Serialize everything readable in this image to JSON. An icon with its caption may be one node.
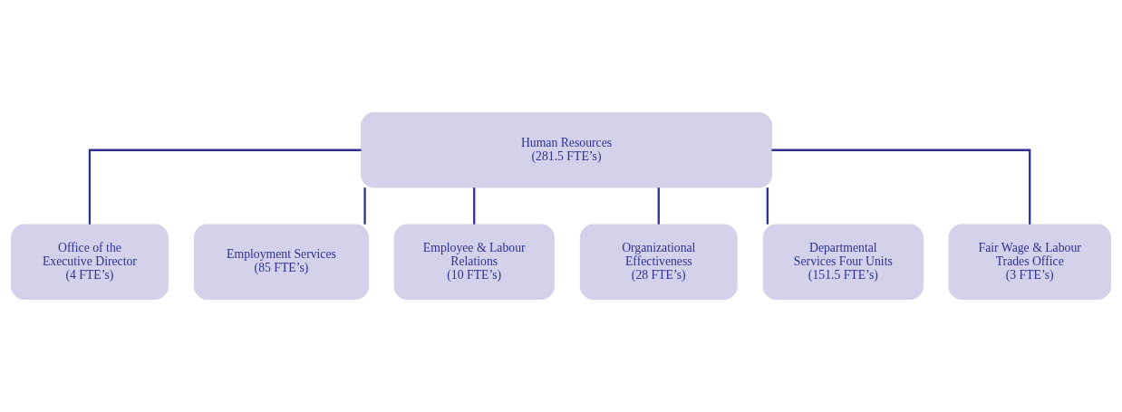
{
  "diagram": {
    "nodes": [
      {
        "text": [
          "Human Resources",
          "(281.5 FTE’s)"
        ]
      },
      {
        "text": [
          "Office of the Executive Director",
          "(4 FTE’s)"
        ]
      },
      {
        "text": [
          "Employment Services",
          "(85 FTE’s)"
        ]
      },
      {
        "text": [
          "Employee & Labour Relations",
          "(10 FTE’s)"
        ]
      },
      {
        "text": [
          "Organizational Effectiveness",
          "(28 FTE’s)"
        ]
      },
      {
        "text": [
          "Departmental Services Four Units",
          "(151.5 FTE’s)"
        ]
      },
      {
        "text": [
          "Fair Wage & Labour Trades Office",
          "(3 FTE’s)"
        ]
      }
    ],
    "edges": [
      {
        "from": 0,
        "to": 1,
        "arrow": "none"
      },
      {
        "from": 0,
        "to": 2,
        "arrow": "none"
      },
      {
        "from": 0,
        "to": 3,
        "arrow": "none"
      },
      {
        "from": 0,
        "to": 4,
        "arrow": "none"
      },
      {
        "from": 0,
        "to": 5,
        "arrow": "none"
      },
      {
        "from": 0,
        "to": 6,
        "arrow": "none"
      }
    ]
  }
}
